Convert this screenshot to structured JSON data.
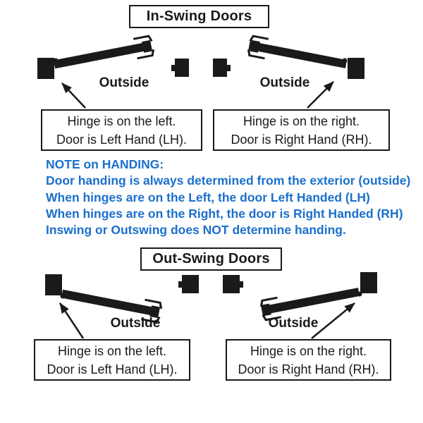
{
  "titles": {
    "in_swing": "In-Swing Doors",
    "out_swing": "Out-Swing Doors"
  },
  "labels": {
    "outside": "Outside"
  },
  "captions": {
    "left_hand": {
      "line1": "Hinge is on the left.",
      "line2": "Door is Left Hand (LH)."
    },
    "right_hand": {
      "line1": "Hinge is on the right.",
      "line2": "Door is Right Hand (RH)."
    }
  },
  "note": {
    "lines": [
      "NOTE on HANDING:",
      "Door handing is always determined from the exterior (outside)",
      "When hinges are on the Left, the door Left Handed (LH)",
      "When hinges are on the Right, the door is Right Handed (RH)",
      "Inswing or Outswing does NOT determine handing."
    ]
  },
  "colors": {
    "ink": "#1a1a1a",
    "note_blue": "#1b70cc",
    "background": "#ffffff"
  }
}
